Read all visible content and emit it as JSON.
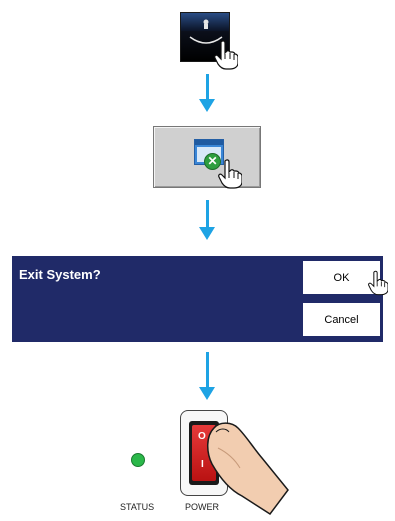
{
  "steps": {
    "open_menu": {
      "icon": "app-menu-icon"
    },
    "exit_app": {
      "icon": "window-close-icon"
    },
    "dialog": {
      "title": "Exit System?",
      "ok_label": "OK",
      "cancel_label": "Cancel"
    },
    "hardware": {
      "status_label": "STATUS",
      "power_label": "POWER",
      "status_color": "#2bb84a",
      "switch_color": "#d41f1f"
    }
  },
  "colors": {
    "arrow": "#1ea3e4",
    "dialog_background": "#202a68"
  }
}
